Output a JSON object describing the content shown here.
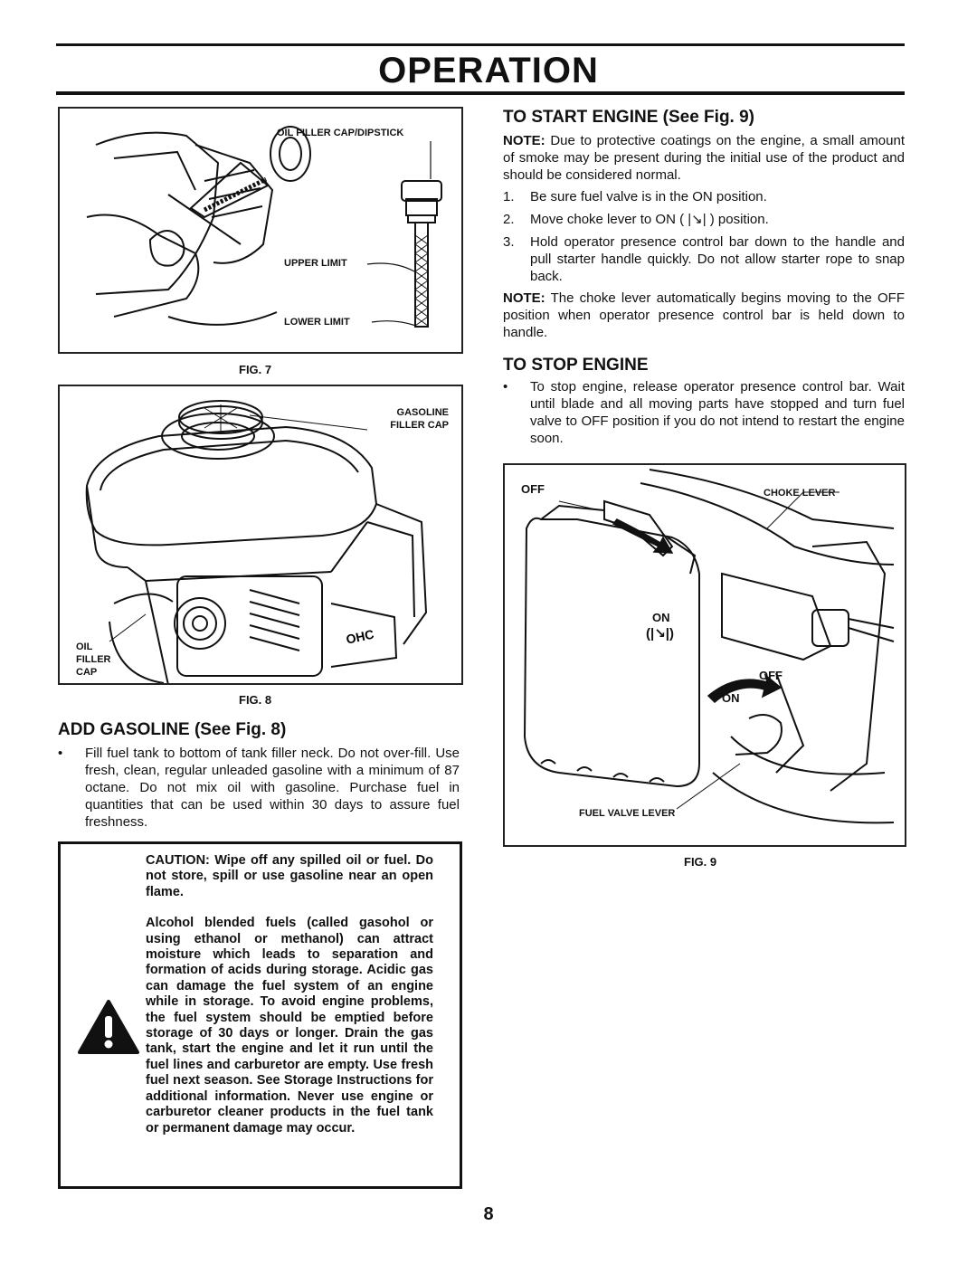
{
  "header": {
    "title": "OPERATION"
  },
  "fig7": {
    "callouts": {
      "dipstick": "OIL FILLER CAP/DIPSTICK",
      "upper": "UPPER LIMIT",
      "lower": "LOWER LIMIT"
    },
    "caption": "FIG. 7"
  },
  "fig8": {
    "callouts": {
      "gas_line1": "GASOLINE",
      "gas_line2": "FILLER CAP",
      "oil_line1": "OIL",
      "oil_line2": "FILLER",
      "oil_line3": "CAP"
    },
    "engine_mark": "OHC",
    "caption": "FIG. 8"
  },
  "add_gasoline": {
    "heading": "ADD GASOLINE (See Fig. 8)",
    "bullet": "Fill fuel tank to bottom of tank filler neck. Do not over-fill. Use fresh, clean, regular unleaded gasoline with a minimum of 87 octane. Do not mix oil with gasoline. Purchase fuel in quantities that can be used within 30 days to assure fuel freshness."
  },
  "caution": {
    "p1": "CAUTION: Wipe off any spilled oil or fuel. Do not store, spill or use gasoline near an open flame.",
    "p2": "Alcohol blended fuels (called gasohol or using ethanol or methanol) can attract moisture which leads to separation and formation of acids during storage. Acidic gas can damage the fuel system of an engine while in storage. To avoid engine problems, the fuel system should be emptied before storage of 30 days or longer. Drain the gas tank, start the engine and let it run until the fuel lines and carburetor are empty. Use fresh fuel next season. See Storage Instructions for additional information. Never use engine or carburetor cleaner products in the fuel tank or permanent damage may occur."
  },
  "start_engine": {
    "heading": "TO START ENGINE (See Fig. 9)",
    "note1_label": "NOTE:",
    "note1": "Due to protective coatings on the engine, a small amount of smoke may be present during the initial use of the product and should be considered normal.",
    "steps": [
      {
        "num": "1.",
        "text": "Be sure fuel valve is in the ON position."
      },
      {
        "num": "2.",
        "text": "Move choke lever to ON ( |↘| ) position."
      },
      {
        "num": "3.",
        "text": "Hold operator presence control bar down to the handle and pull starter handle quickly. Do not allow starter rope to snap back."
      }
    ],
    "note2_label": "NOTE:",
    "note2": "The choke lever automatically begins moving to the OFF position when operator presence control bar is held down to handle."
  },
  "stop_engine": {
    "heading": "TO STOP ENGINE",
    "bullet": "To stop engine, release operator presence control bar. Wait until blade and all moving parts have stopped and turn fuel valve to OFF position if you do not intend to restart the engine soon."
  },
  "fig9": {
    "callouts": {
      "off_top": "OFF",
      "choke": "CHOKE LEVER",
      "on_choke": "ON",
      "choke_symbol": "(|↘|)",
      "off_fuel": "OFF",
      "on_fuel": "ON",
      "fuel": "FUEL VALVE LEVER"
    },
    "caption": "FIG. 9"
  },
  "footer": {
    "page_number": "8"
  }
}
